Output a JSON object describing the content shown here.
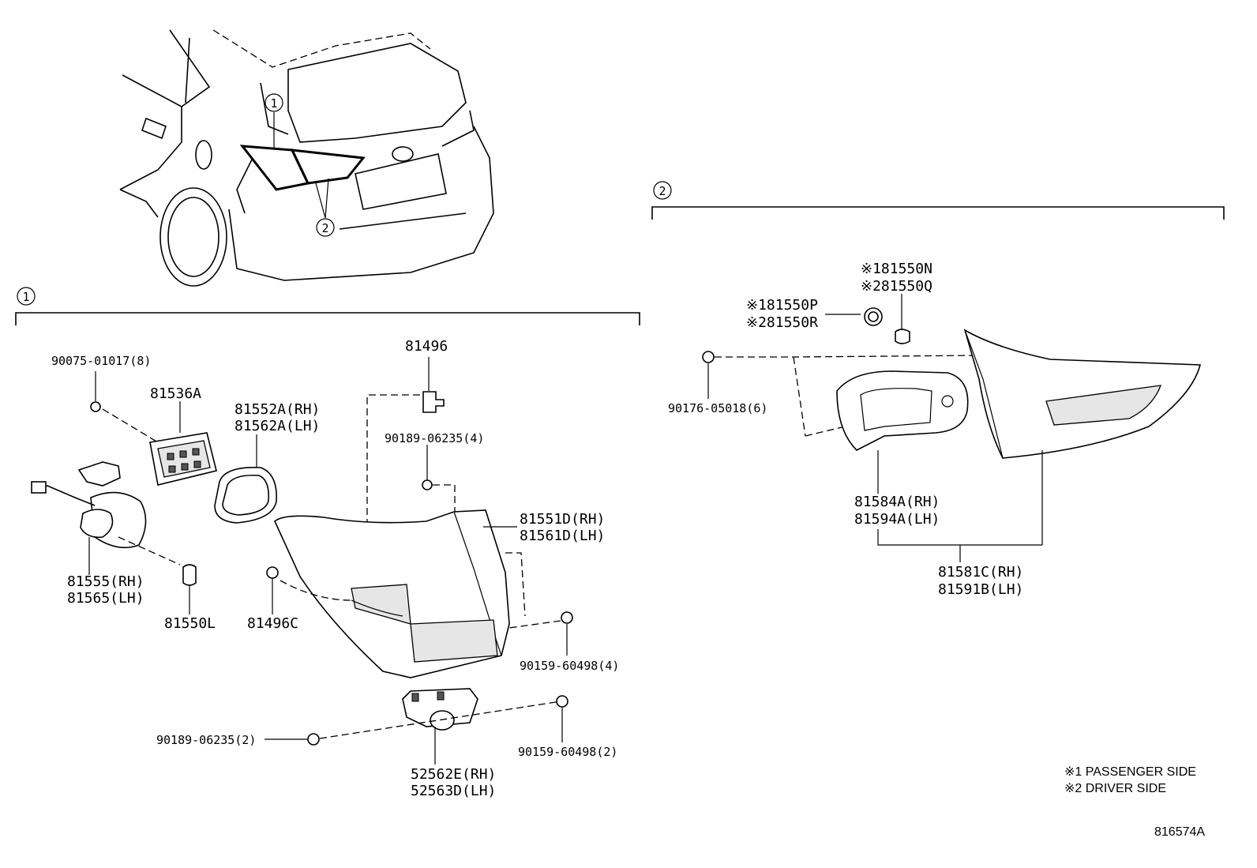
{
  "callouts": {
    "overview_1": "1",
    "overview_2": "2",
    "section_1": "1",
    "section_2": "2"
  },
  "section1": {
    "p_90075": "90075-01017(8)",
    "p_81536A": "81536A",
    "p_81552A": "81552A(RH)",
    "p_81562A": "81562A(LH)",
    "p_81496": "81496",
    "p_90189_a": "90189-06235(4)",
    "p_81551D": "81551D(RH)",
    "p_81561D": "81561D(LH)",
    "p_81555": "81555(RH)",
    "p_81565": "81565(LH)",
    "p_81550L": "81550L",
    "p_81496C": "81496C",
    "p_90159_a": "90159-60498(4)",
    "p_90189_b": "90189-06235(2)",
    "p_90159_b": "90159-60498(2)",
    "p_52562E": "52562E(RH)",
    "p_52563D": "52563D(LH)"
  },
  "section2": {
    "p_81550N": "※181550N",
    "p_81550Q": "※281550Q",
    "p_81550P": "※181550P",
    "p_81550R": "※281550R",
    "p_90176": "90176-05018(6)",
    "p_81584A": "81584A(RH)",
    "p_81594A": "81594A(LH)",
    "p_81581C": "81581C(RH)",
    "p_81591B": "81591B(LH)"
  },
  "notes": {
    "note1": "※1 PASSENGER SIDE",
    "note2": "※2 DRIVER SIDE"
  },
  "diagram_id": "816574A"
}
